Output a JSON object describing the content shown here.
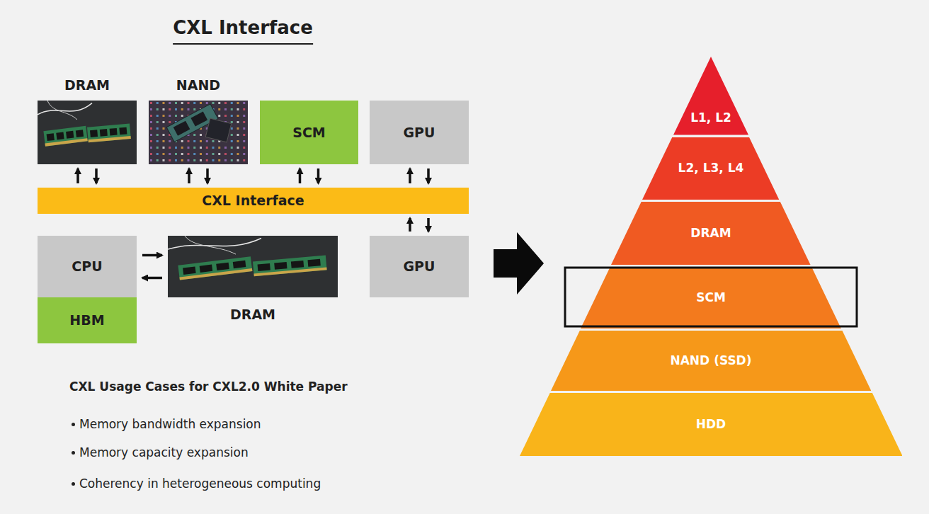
{
  "diagram": {
    "title": "CXL Interface",
    "nodes": [
      {
        "text": [
          "DRAM"
        ]
      },
      {
        "text": [
          "NAND"
        ]
      },
      {
        "text": [
          "SCM"
        ]
      },
      {
        "text": [
          "GPU"
        ]
      },
      {
        "text": [
          "CXL Interface"
        ]
      },
      {
        "text": [
          "CPU"
        ]
      },
      {
        "text": [
          "HBM"
        ]
      },
      {
        "text": [
          "DRAM"
        ]
      },
      {
        "text": [
          "GPU"
        ]
      },
      {
        "text": [
          "L1, L2"
        ]
      },
      {
        "text": [
          "L2, L3, L4"
        ]
      },
      {
        "text": [
          "DRAM"
        ]
      },
      {
        "text": [
          "SCM"
        ]
      },
      {
        "text": [
          "NAND (SSD)"
        ]
      },
      {
        "text": [
          "HDD"
        ]
      }
    ],
    "edges": [
      {
        "from": 0,
        "to": 4,
        "arrow": "both"
      },
      {
        "from": 1,
        "to": 4,
        "arrow": "both"
      },
      {
        "from": 2,
        "to": 4,
        "arrow": "both"
      },
      {
        "from": 3,
        "to": 4,
        "arrow": "both"
      },
      {
        "from": 4,
        "to": 8,
        "arrow": "both"
      },
      {
        "from": 5,
        "to": 7,
        "arrow": "both"
      }
    ],
    "labels": [
      "CXL Usage Cases for CXL2.0 White Paper",
      "Memory bandwidth expansion",
      "Memory capacity expansion",
      "Coherency in heterogeneous computing"
    ]
  }
}
